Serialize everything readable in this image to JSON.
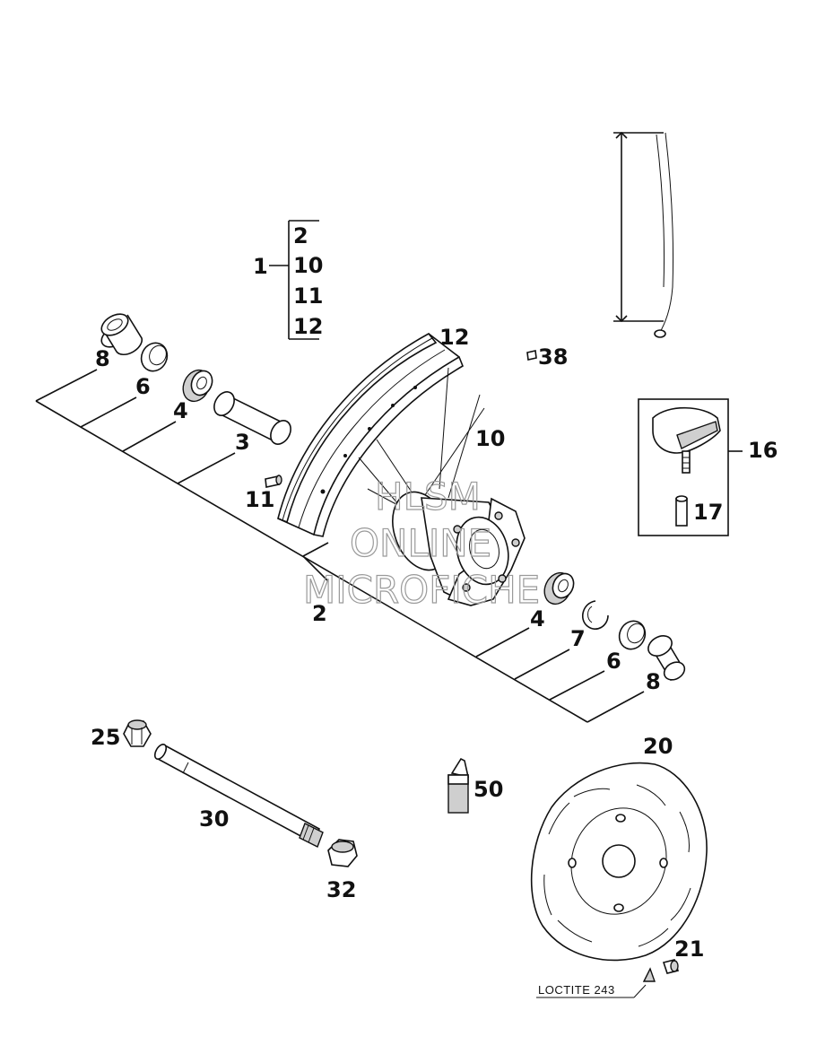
{
  "labels": {
    "group_parent": "1",
    "group_children": [
      "2",
      "10",
      "11",
      "12"
    ],
    "bearing_left_8": "8",
    "bearing_left_6": "6",
    "bearing_left_4": "4",
    "spacer_3": "3",
    "rim_12": "12",
    "spoke_10": "10",
    "nipple_11": "11",
    "hub_2": "2",
    "plug_38": "38",
    "valve_16": "16",
    "valve_17": "17",
    "bearing_right_4": "4",
    "circlip_7": "7",
    "seal_right_6": "6",
    "spacer_right_8": "8",
    "nut_25": "25",
    "axle_30": "30",
    "nut_32": "32",
    "grease_50": "50",
    "disc_20": "20",
    "screw_21": "21",
    "loctite_note": "LOCTITE 243"
  },
  "watermark": [
    "HLSM",
    "ONLINE",
    "MICROFICHE"
  ]
}
